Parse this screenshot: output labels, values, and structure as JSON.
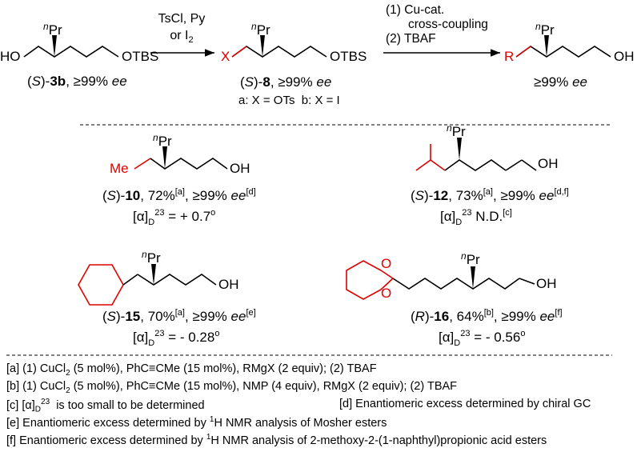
{
  "scheme": {
    "sm": {
      "ho": "HO",
      "otbs": "OTBS",
      "npr_sup": "n",
      "npr": "Pr",
      "label_config": "S",
      "label_num": "3b",
      "label_ee": "≥99%",
      "label_ee_unit": "ee"
    },
    "arrow1": {
      "line1": "TsCl, Py",
      "line2_pre": "or I",
      "line2_sub": "2"
    },
    "mid": {
      "x": "X",
      "otbs": "OTBS",
      "npr_sup": "n",
      "npr": "Pr",
      "label_config": "S",
      "label_num": "8",
      "label_ee": "≥99%",
      "label_ee_unit": "ee",
      "variants": "a: X = OTs  b: X = I"
    },
    "arrow2": {
      "line1": "(1) Cu-cat.",
      "line2": "cross-coupling",
      "line3": "(2) TBAF"
    },
    "prod": {
      "r": "R",
      "oh": "OH",
      "npr_sup": "n",
      "npr": "Pr",
      "label_ee": "≥99%",
      "label_ee_unit": "ee"
    }
  },
  "compounds": [
    {
      "group": "Me",
      "oh": "OH",
      "npr_sup": "n",
      "npr": "Pr",
      "config": "S",
      "num": "10",
      "yield": "72%",
      "yield_ref": "[a]",
      "ee": "≥99%",
      "ee_unit": "ee",
      "ee_ref": "[d]",
      "rot_sub": "D",
      "rot_sup": "23",
      "rot_value": "= + 0.7",
      "rot_unit": "o"
    },
    {
      "oh": "OH",
      "npr_sup": "n",
      "npr": "Pr",
      "config": "S",
      "num": "12",
      "yield": "73%",
      "yield_ref": "[a]",
      "ee": "≥99%",
      "ee_unit": "ee",
      "ee_ref": "[d,f]",
      "rot_sub": "D",
      "rot_sup": "23",
      "rot_value": "N.D.",
      "rot_ref": "[c]"
    },
    {
      "oh": "OH",
      "npr_sup": "n",
      "npr": "Pr",
      "config": "S",
      "num": "15",
      "yield": "70%",
      "yield_ref": "[a]",
      "ee": "≥99%",
      "ee_unit": "ee",
      "ee_ref": "[e]",
      "rot_sub": "D",
      "rot_sup": "23",
      "rot_value": "= - 0.28",
      "rot_unit": "o"
    },
    {
      "o1": "O",
      "o2": "O",
      "oh": "OH",
      "npr_sup": "n",
      "npr": "Pr",
      "config": "R",
      "num": "16",
      "yield": "64%",
      "yield_ref": "[b]",
      "ee": "≥99%",
      "ee_unit": "ee",
      "ee_ref": "[f]",
      "rot_sub": "D",
      "rot_sup": "23",
      "rot_value": "= - 0.56",
      "rot_unit": "o"
    }
  ],
  "footnotes": {
    "a": {
      "pre": "[a] (1) CuCl",
      "sub": "2",
      "post": " (5 mol%), PhC≡CMe (15 mol%), RMgX (2 equiv); (2) TBAF"
    },
    "b": {
      "pre": "[b] (1) CuCl",
      "sub": "2",
      "post": " (5 mol%), PhC≡CMe (15 mol%), NMP (4 equiv), RMgX (2 equiv); (2) TBAF"
    },
    "c": {
      "pre": "[c] [α]",
      "sub": "D",
      "sup": "23",
      "post": "  is too small to be determined"
    },
    "d": {
      "text": "[d] Enantiomeric excess determined by chiral GC"
    },
    "e": {
      "pre": "[e] Enantiomeric excess determined by ",
      "sup": "1",
      "post": "H NMR analysis of Mosher esters"
    },
    "f": {
      "pre": "[f] Enantiomeric excess determined by ",
      "sup": "1",
      "post": "H NMR analysis of 2-methoxy-2-(1-naphthyl)propionic acid esters"
    }
  }
}
